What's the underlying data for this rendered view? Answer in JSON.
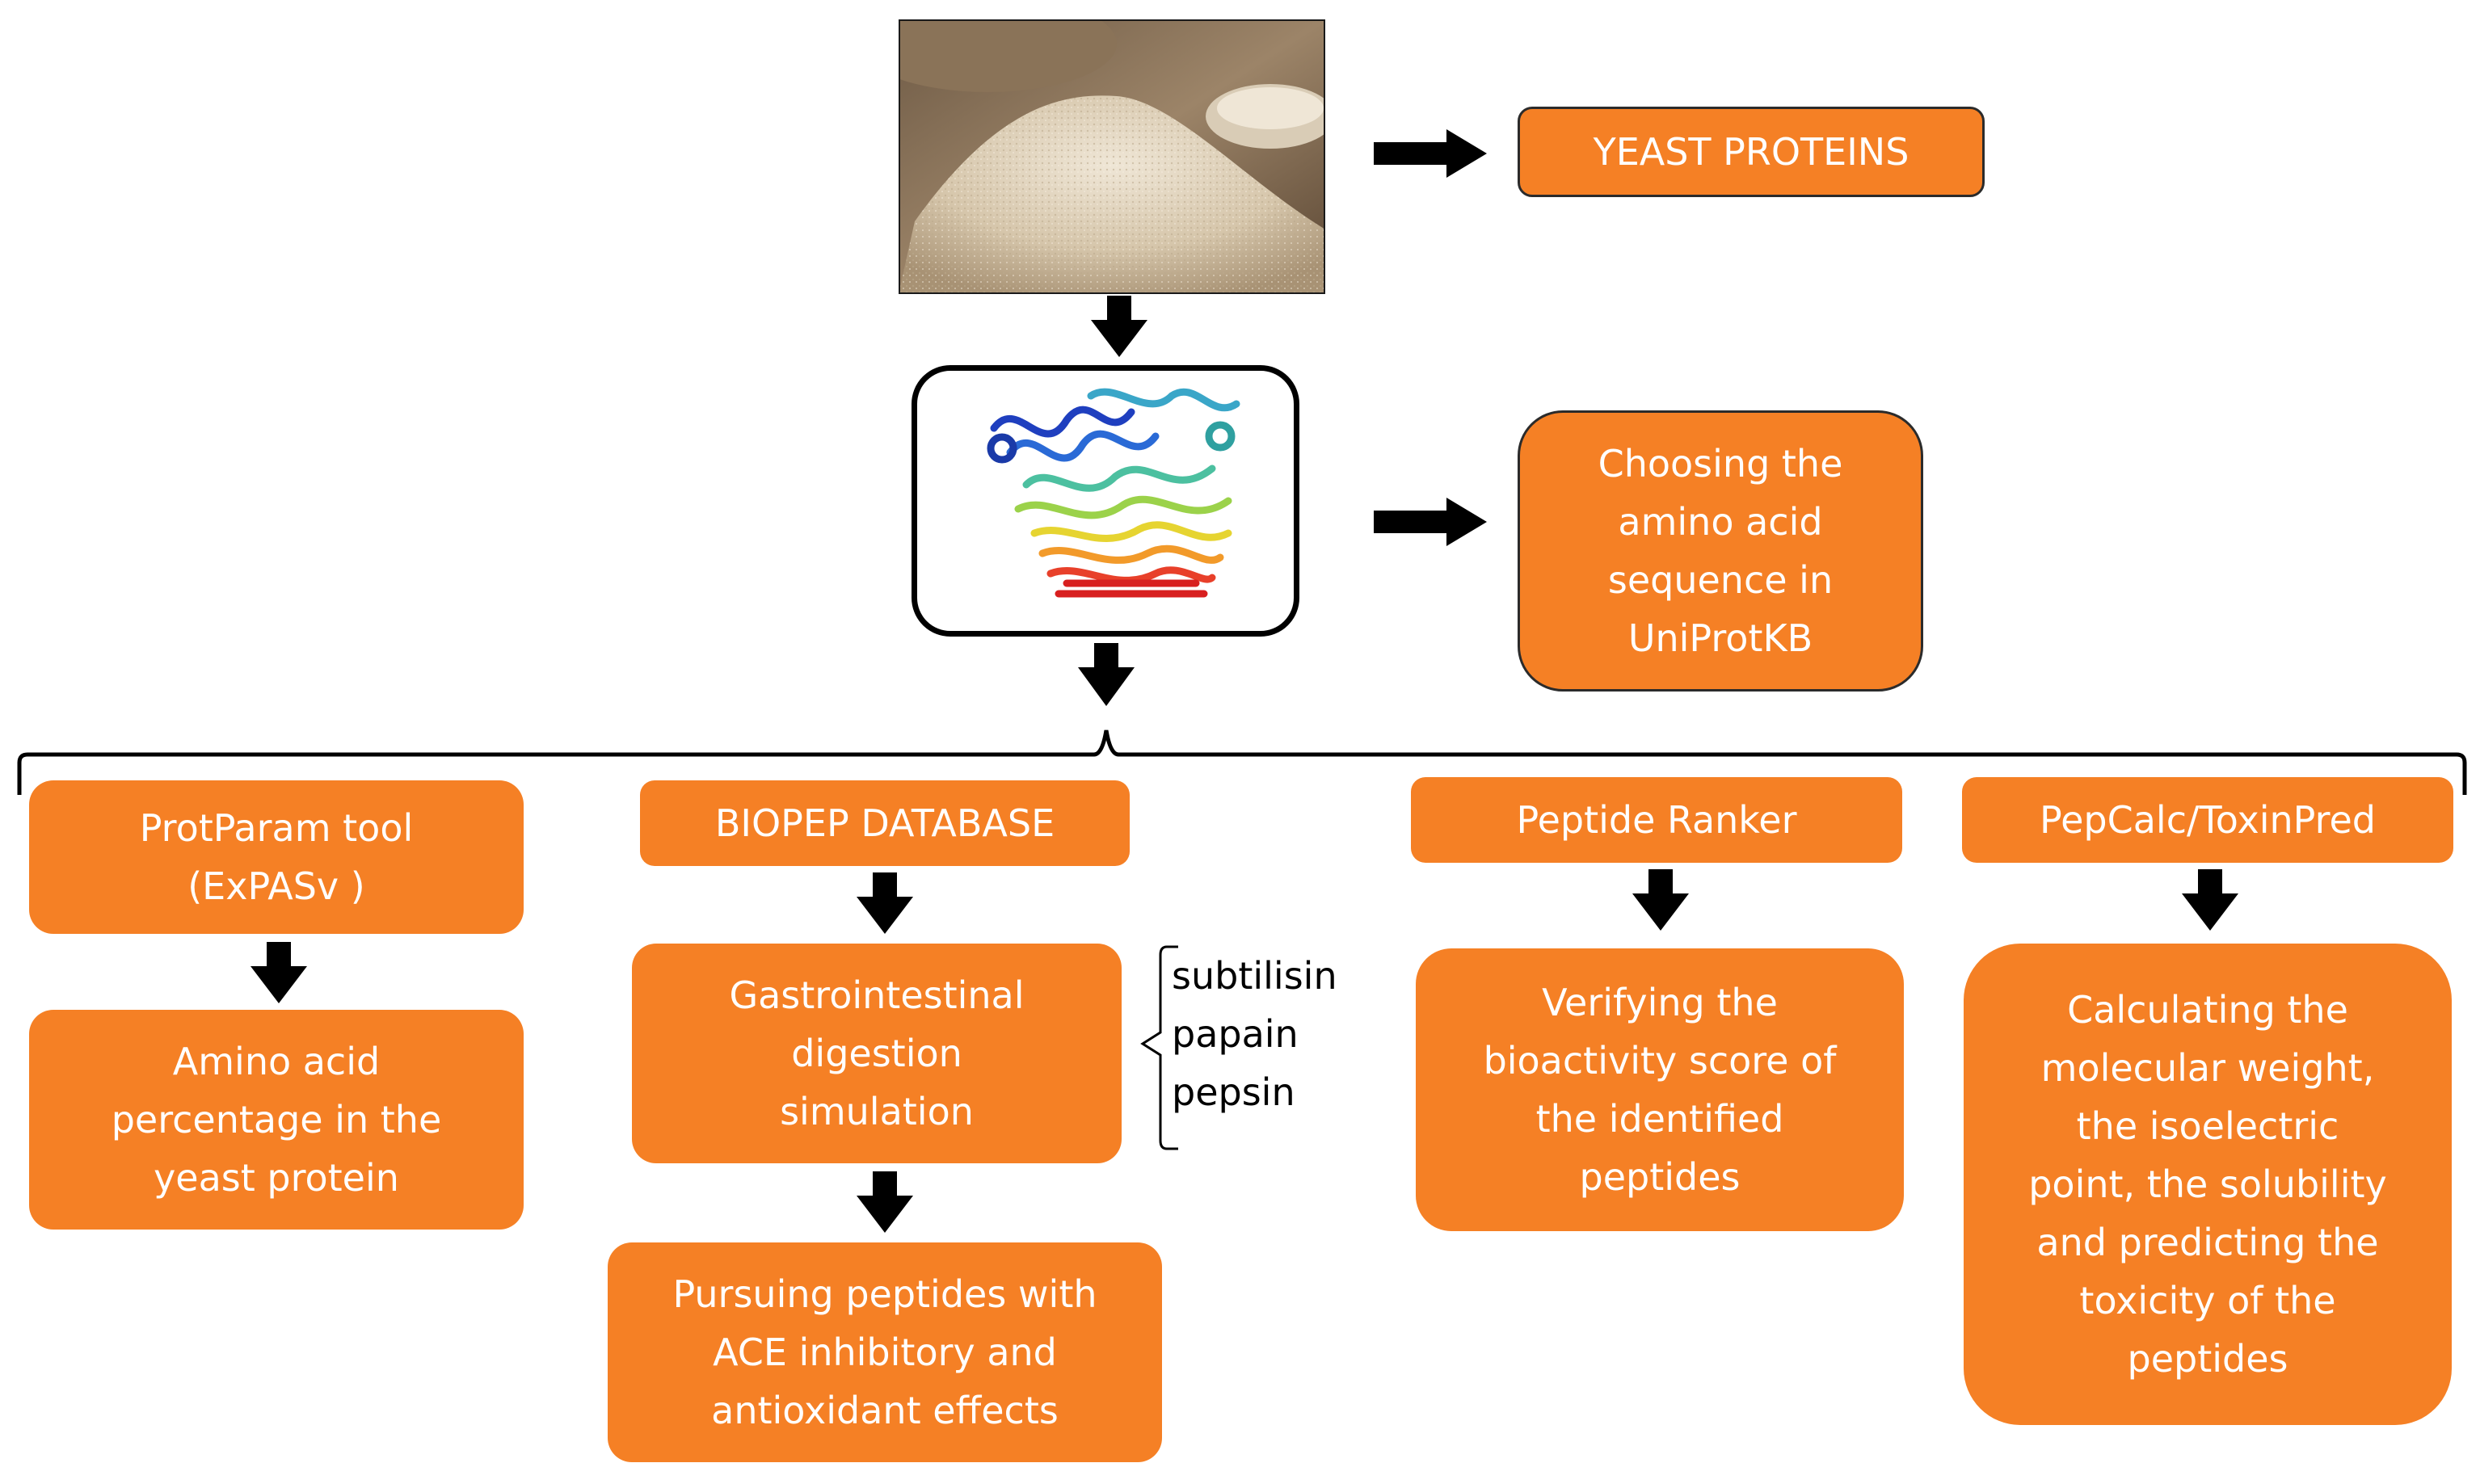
{
  "diagram": {
    "nodes": {
      "yeast_proteins": "YEAST PROTEINS",
      "choosing_sequence": "Choosing the\namino acid\nsequence in\nUniProtKB",
      "protparam": "ProtParam tool\n(ExPASv )",
      "amino_acid_percentage": "Amino acid\npercentage in the\nyeast protein",
      "biopep": "BIOPEP DATABASE",
      "gi_digestion": "Gastrointestinal\ndigestion\nsimulation",
      "pursuing_peptides": "Pursuing peptides with\nACE inhibitory and\nantioxidant effects",
      "peptide_ranker": "Peptide Ranker",
      "verifying_bioactivity": "Verifying the\nbioactivity score of\nthe identified\npeptides",
      "pepcalc": "PepCalc/ToxinPred",
      "calculating_mw": "Calculating the\nmolecular weight,\nthe isoelectric\npoint, the solubility\nand predicting the\ntoxicity of the\npeptides"
    },
    "enzymes": "subtilisin\npapain\npepsin",
    "colors": {
      "box_fill": "#F58025",
      "box_text": "#FFFFFF",
      "arrow": "#000000"
    },
    "images": [
      "yeast-powder-photo",
      "protein-structure-ribbon"
    ]
  }
}
